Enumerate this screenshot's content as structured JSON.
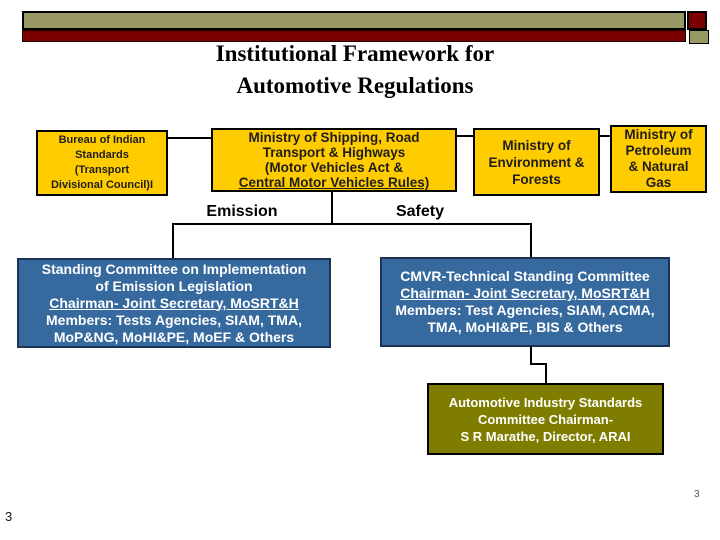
{
  "slide": {
    "title_line1": "Institutional Framework for",
    "title_line2": "Automotive Regulations",
    "page_number_left": "3",
    "page_number_right": "3"
  },
  "colors": {
    "box_yellow": "#FFCC00",
    "bar_maroon": "#7B0000",
    "bar_tan": "#999966",
    "committee_blue": "#36699E",
    "ais_olive": "#7E7D00",
    "text_light": "#FFFFFF",
    "text_dark": "#1F1D1D"
  },
  "org_boxes": {
    "bis": {
      "lines": [
        "Bureau of Indian",
        "Standards",
        "(Transport",
        "Divisional Council)I"
      ]
    },
    "mosrth": {
      "lines": [
        "Ministry of Shipping, Road",
        "Transport & Highways",
        "(Motor Vehicles Act &",
        "Central Motor Vehicles Rules)"
      ]
    },
    "moef": {
      "lines": [
        "Ministry of",
        "Environment &",
        "Forests"
      ]
    },
    "mopng": {
      "lines": [
        "Ministry of",
        "Petroleum",
        "& Natural",
        "Gas"
      ]
    }
  },
  "branch_labels": {
    "emission": "Emission",
    "safety": "Safety"
  },
  "committees": {
    "emission": {
      "lines": [
        "Standing Committee on Implementation",
        "of Emission Legislation",
        "Chairman- Joint Secretary, MoSRT&H",
        "Members: Tests Agencies, SIAM, TMA,",
        "MoP&NG, MoHI&PE, MoEF & Others"
      ]
    },
    "safety": {
      "lines": [
        "CMVR-Technical Standing Committee",
        "Chairman- Joint Secretary, MoSRT&H",
        "Members: Test Agencies, SIAM, ACMA,",
        "TMA, MoHI&PE, BIS & Others"
      ]
    },
    "ais": {
      "lines": [
        "Automotive Industry Standards",
        "Committee Chairman-",
        "S R Marathe, Director, ARAI"
      ]
    }
  }
}
